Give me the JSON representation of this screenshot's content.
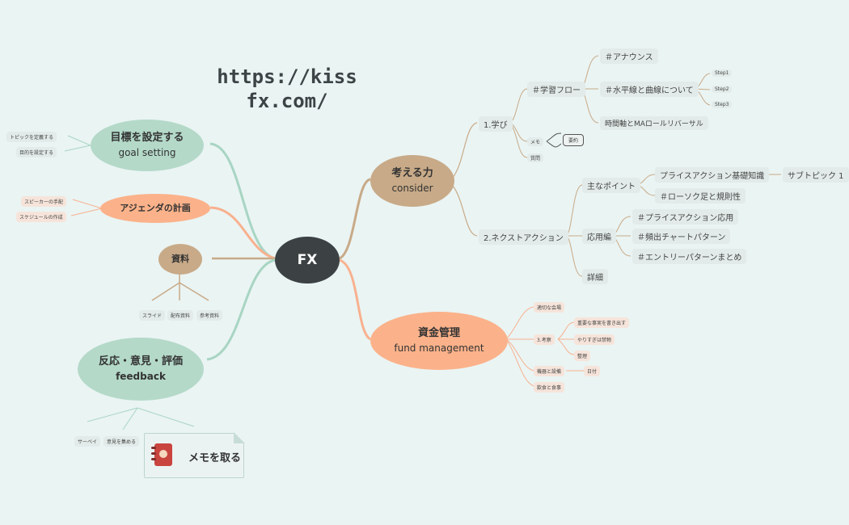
{
  "url_text": {
    "line1": "https://kiss",
    "line2": "fx.com/"
  },
  "center": {
    "label": "FX",
    "color": "#3c4244"
  },
  "colors": {
    "green": "#b4d9c9",
    "orange": "#fbb28a",
    "tan": "#c8aa88",
    "link_green": "#a8d5c3",
    "link_orange": "#f8b18f",
    "link_tan": "#c8aa88"
  },
  "left": {
    "goal": {
      "title": "目標を設定する",
      "sub": "goal setting",
      "items": [
        "トピックを定義する",
        "目的を設定する"
      ]
    },
    "agenda": {
      "title": "アジェンダの計画",
      "items": [
        "スピーカーの手配",
        "スケジュールの作成"
      ]
    },
    "materials": {
      "title": "資料",
      "items": [
        "スライド",
        "配布資料",
        "参考資料"
      ]
    },
    "feedback": {
      "title": "反応・意見・評価",
      "sub": "feedback",
      "items": [
        "サーベイ",
        "意見を集める"
      ]
    },
    "memo": {
      "label": "メモを取る",
      "icon": "notebook-icon"
    }
  },
  "right": {
    "consider": {
      "title": "考える力",
      "sub": "consider",
      "learn": {
        "label": "1.学び",
        "flow": "＃学習フロー",
        "announce": "＃アナウンス",
        "horizontal": "＃水平線と曲線について",
        "steps": [
          "Step1",
          "Step2",
          "Step3"
        ],
        "timeframe": "時間軸とMAロールリバーサル",
        "memo": "メモ",
        "summary": "要約",
        "question": "質問"
      },
      "next": {
        "label": "2.ネクストアクション",
        "points": "主なポイント",
        "pa_basics": "プライスアクション基礎知識",
        "subtopic": "サブトピック 1",
        "candle": "＃ローソク足と規則性",
        "advanced": "応用編",
        "pa_apply": "＃プライスアクション応用",
        "chart_patterns": "＃頻出チャートパターン",
        "entry_summary": "＃エントリーパターンまとめ",
        "detail": "詳細"
      }
    },
    "fund": {
      "title": "資金管理",
      "sub": "fund management",
      "items": {
        "venue": "適切な会場",
        "consider": "3.考察",
        "write_down": "重要な事実を書き出す",
        "too_much": "やりすぎは禁物",
        "organize": "整理",
        "equipment": "機器と設備",
        "date": "日付",
        "drinks": "飲食と食事"
      }
    }
  }
}
